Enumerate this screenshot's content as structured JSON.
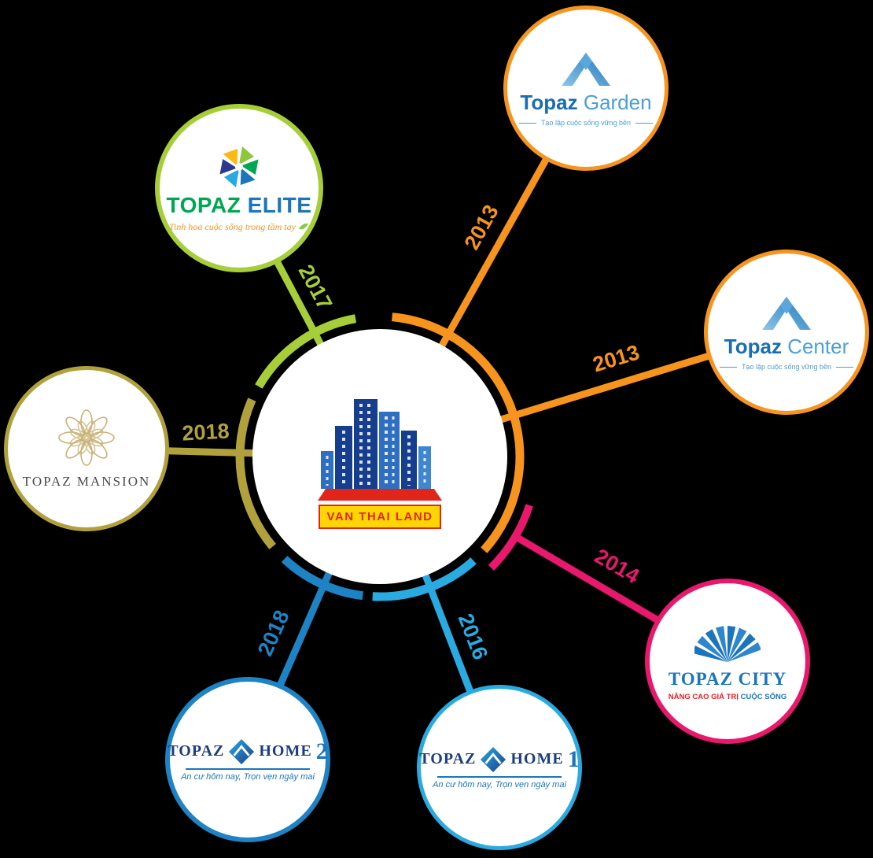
{
  "diagram": {
    "background_color": "#000000",
    "hub": {
      "brand": "VAN THAI LAND",
      "banner_bg": "#ffd503",
      "banner_text_color": "#e1251b"
    },
    "nodes": {
      "garden": {
        "brand": "Topaz",
        "name": "Garden",
        "year": "2013",
        "tagline": "Tạo lập cuộc sống vững bền",
        "color": "#f7941e"
      },
      "center": {
        "brand": "Topaz",
        "name": "Center",
        "year": "2013",
        "tagline": "Tạo lập cuộc sống vững bền",
        "color": "#f7941e"
      },
      "elite": {
        "brand": "TOPAZ",
        "name": "ELITE",
        "year": "2017",
        "tagline": "Tinh hoa cuộc sống trong tầm tay",
        "color": "#a6ce39"
      },
      "mansion": {
        "name": "TOPAZ MANSION",
        "year": "2018",
        "color": "#b1a13c"
      },
      "city": {
        "brand": "TOPAZ",
        "name": "CITY",
        "year": "2014",
        "tagline_left": "NÂNG CAO GIÁ TRỊ",
        "tagline_right": "CUỘC SỐNG",
        "color": "#e8186d"
      },
      "home1": {
        "brand": "TOPAZ",
        "name": "HOME",
        "number": "1",
        "year": "2016",
        "tagline": "An cư hôm nay, Trọn vẹn ngày mai",
        "color": "#29abe2"
      },
      "home2": {
        "brand": "TOPAZ",
        "name": "HOME",
        "number": "2",
        "year": "2018",
        "tagline": "An cư hôm nay, Trọn vẹn ngày mai",
        "color": "#1e83c5"
      }
    }
  }
}
